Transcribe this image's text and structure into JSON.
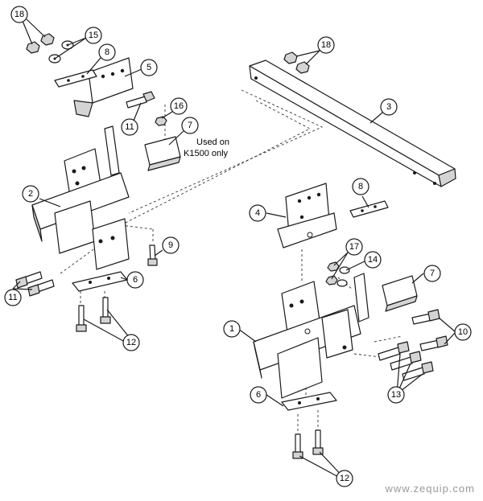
{
  "callouts": [
    "18",
    "15",
    "8",
    "5",
    "11",
    "16",
    "7",
    "2",
    "3",
    "18",
    "4",
    "8",
    "9",
    "6",
    "11",
    "17",
    "14",
    "7",
    "1",
    "10",
    "12",
    "13",
    "6",
    "12"
  ],
  "note": {
    "line1": "Used on",
    "line2": "K1500 only"
  },
  "watermark": "www.zequip.com"
}
